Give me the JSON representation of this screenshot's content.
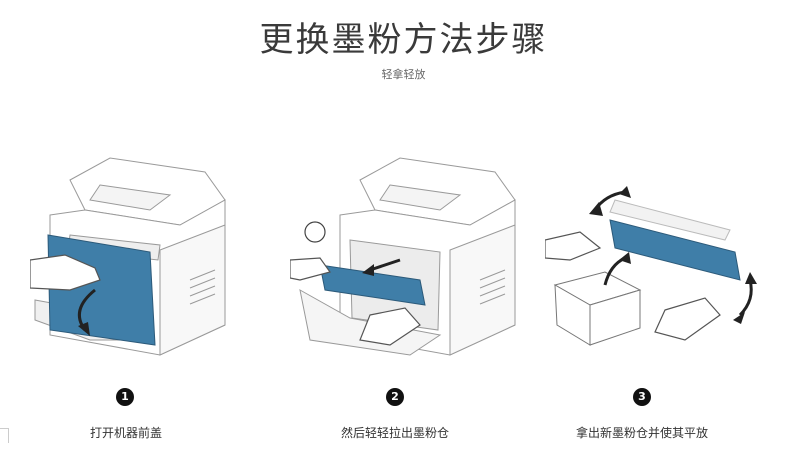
{
  "page": {
    "title": "更换墨粉方法步骤",
    "subtitle": "轻拿轻放"
  },
  "steps": [
    {
      "number": "1",
      "label": "打开机器前盖"
    },
    {
      "number": "2",
      "label": "然后轻轻拉出墨粉仓"
    },
    {
      "number": "3",
      "label": "拿出新墨粉仓并使其平放"
    }
  ],
  "colors": {
    "accent_blue": "#3f7ea8",
    "line_gray": "#9a9a9a"
  }
}
